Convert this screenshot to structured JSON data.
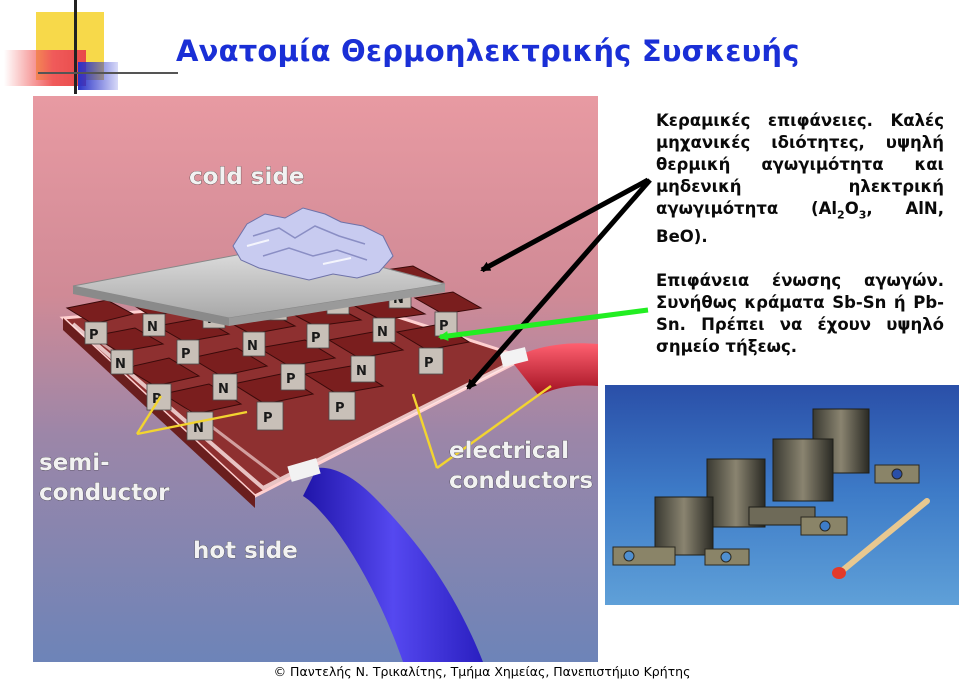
{
  "title": "Ανατομία Θερμοηλεκτρικής Συσκευής",
  "diagram": {
    "labels": {
      "cold_side": "cold side",
      "semiconductor_1": "semi-",
      "semiconductor_2": "conductor",
      "electrical_1": "electrical",
      "electrical_2": "conductors",
      "hot_side": "hot side"
    },
    "leg_p": "P",
    "leg_n": "N"
  },
  "ceramic_text": {
    "part1": "Κεραμικές επιφάνειες. Καλές μηχανικές ιδιότητες, υψηλή θερμική αγωγιμότητα και μηδενική ηλεκτρική αγωγιμότητα (Al",
    "sub1": "2",
    "part2": "O",
    "sub2": "3",
    "part3": ", AlN, BeO)."
  },
  "junction_text": "Επιφάνεια ένωσης αγωγών. Συνήθως κράματα Sb-Sn ή Pb-Sn. Πρέπει να έχουν υψηλό σημείο τήξεως.",
  "footer": "© Παντελής Ν. Τρικαλίτης, Τμήμα Χημείας, Πανεπιστήμιο Κρήτης",
  "colors": {
    "title": "#1a2fd6",
    "arrow_black": "#000000",
    "arrow_green": "#22ee22",
    "leg": "#7a1e1e",
    "hot_wire": "#3b2fd8",
    "cold_wire": "#c81e2e"
  }
}
